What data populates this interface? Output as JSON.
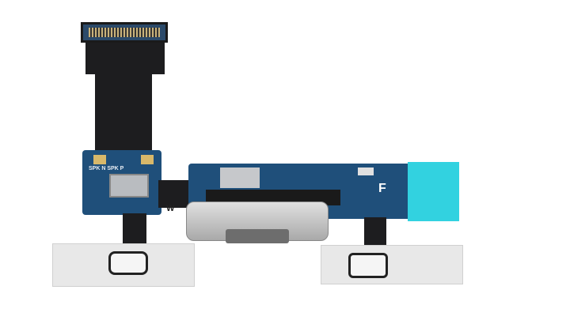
{
  "board_labels": {
    "speaker": "SPK N SPK P",
    "w": "W",
    "f": "F"
  },
  "colors": {
    "pcb": "#1f4f7a",
    "flex": "#1d1d1f",
    "tape": "#32d2e0",
    "connector": "#c9c9c9"
  }
}
